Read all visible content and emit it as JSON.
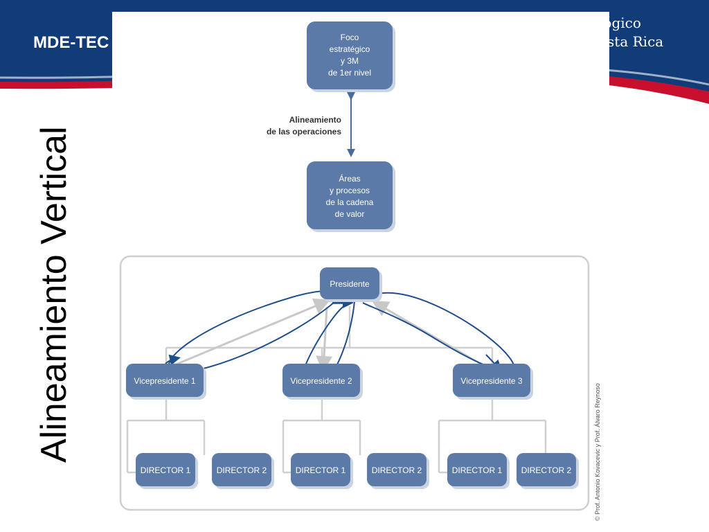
{
  "header": {
    "title": "MDE-TEC",
    "institution_line1": "lógico",
    "institution_line2": "osta Rica"
  },
  "slide_title": "Alineamiento Vertical",
  "diagram": {
    "top_box": [
      "Foco",
      "estratégico",
      "y 3M",
      "de 1er nivel"
    ],
    "arrow_label": [
      "Alineamiento",
      "de las operaciones"
    ],
    "middle_box": [
      "Áreas",
      "y procesos",
      "de la cadena",
      "de valor"
    ],
    "president": "Presidente",
    "vicepresidents": [
      "Vicepresidente 1",
      "Vicepresidente 2",
      "Vicepresidente 3"
    ],
    "directors": [
      "DIRECTOR 1",
      "DIRECTOR 2",
      "DIRECTOR 1",
      "DIRECTOR 2",
      "DIRECTOR 1",
      "DIRECTOR 2"
    ]
  },
  "copyright": "© Prof. Antonio Kovacevic y Prof. Álvaro Reynoso",
  "colors": {
    "box_fill": "#5b7aa8",
    "banner_blue": "#123c78",
    "banner_red": "#c8102e",
    "arrow_blue": "#1f4e8c"
  }
}
